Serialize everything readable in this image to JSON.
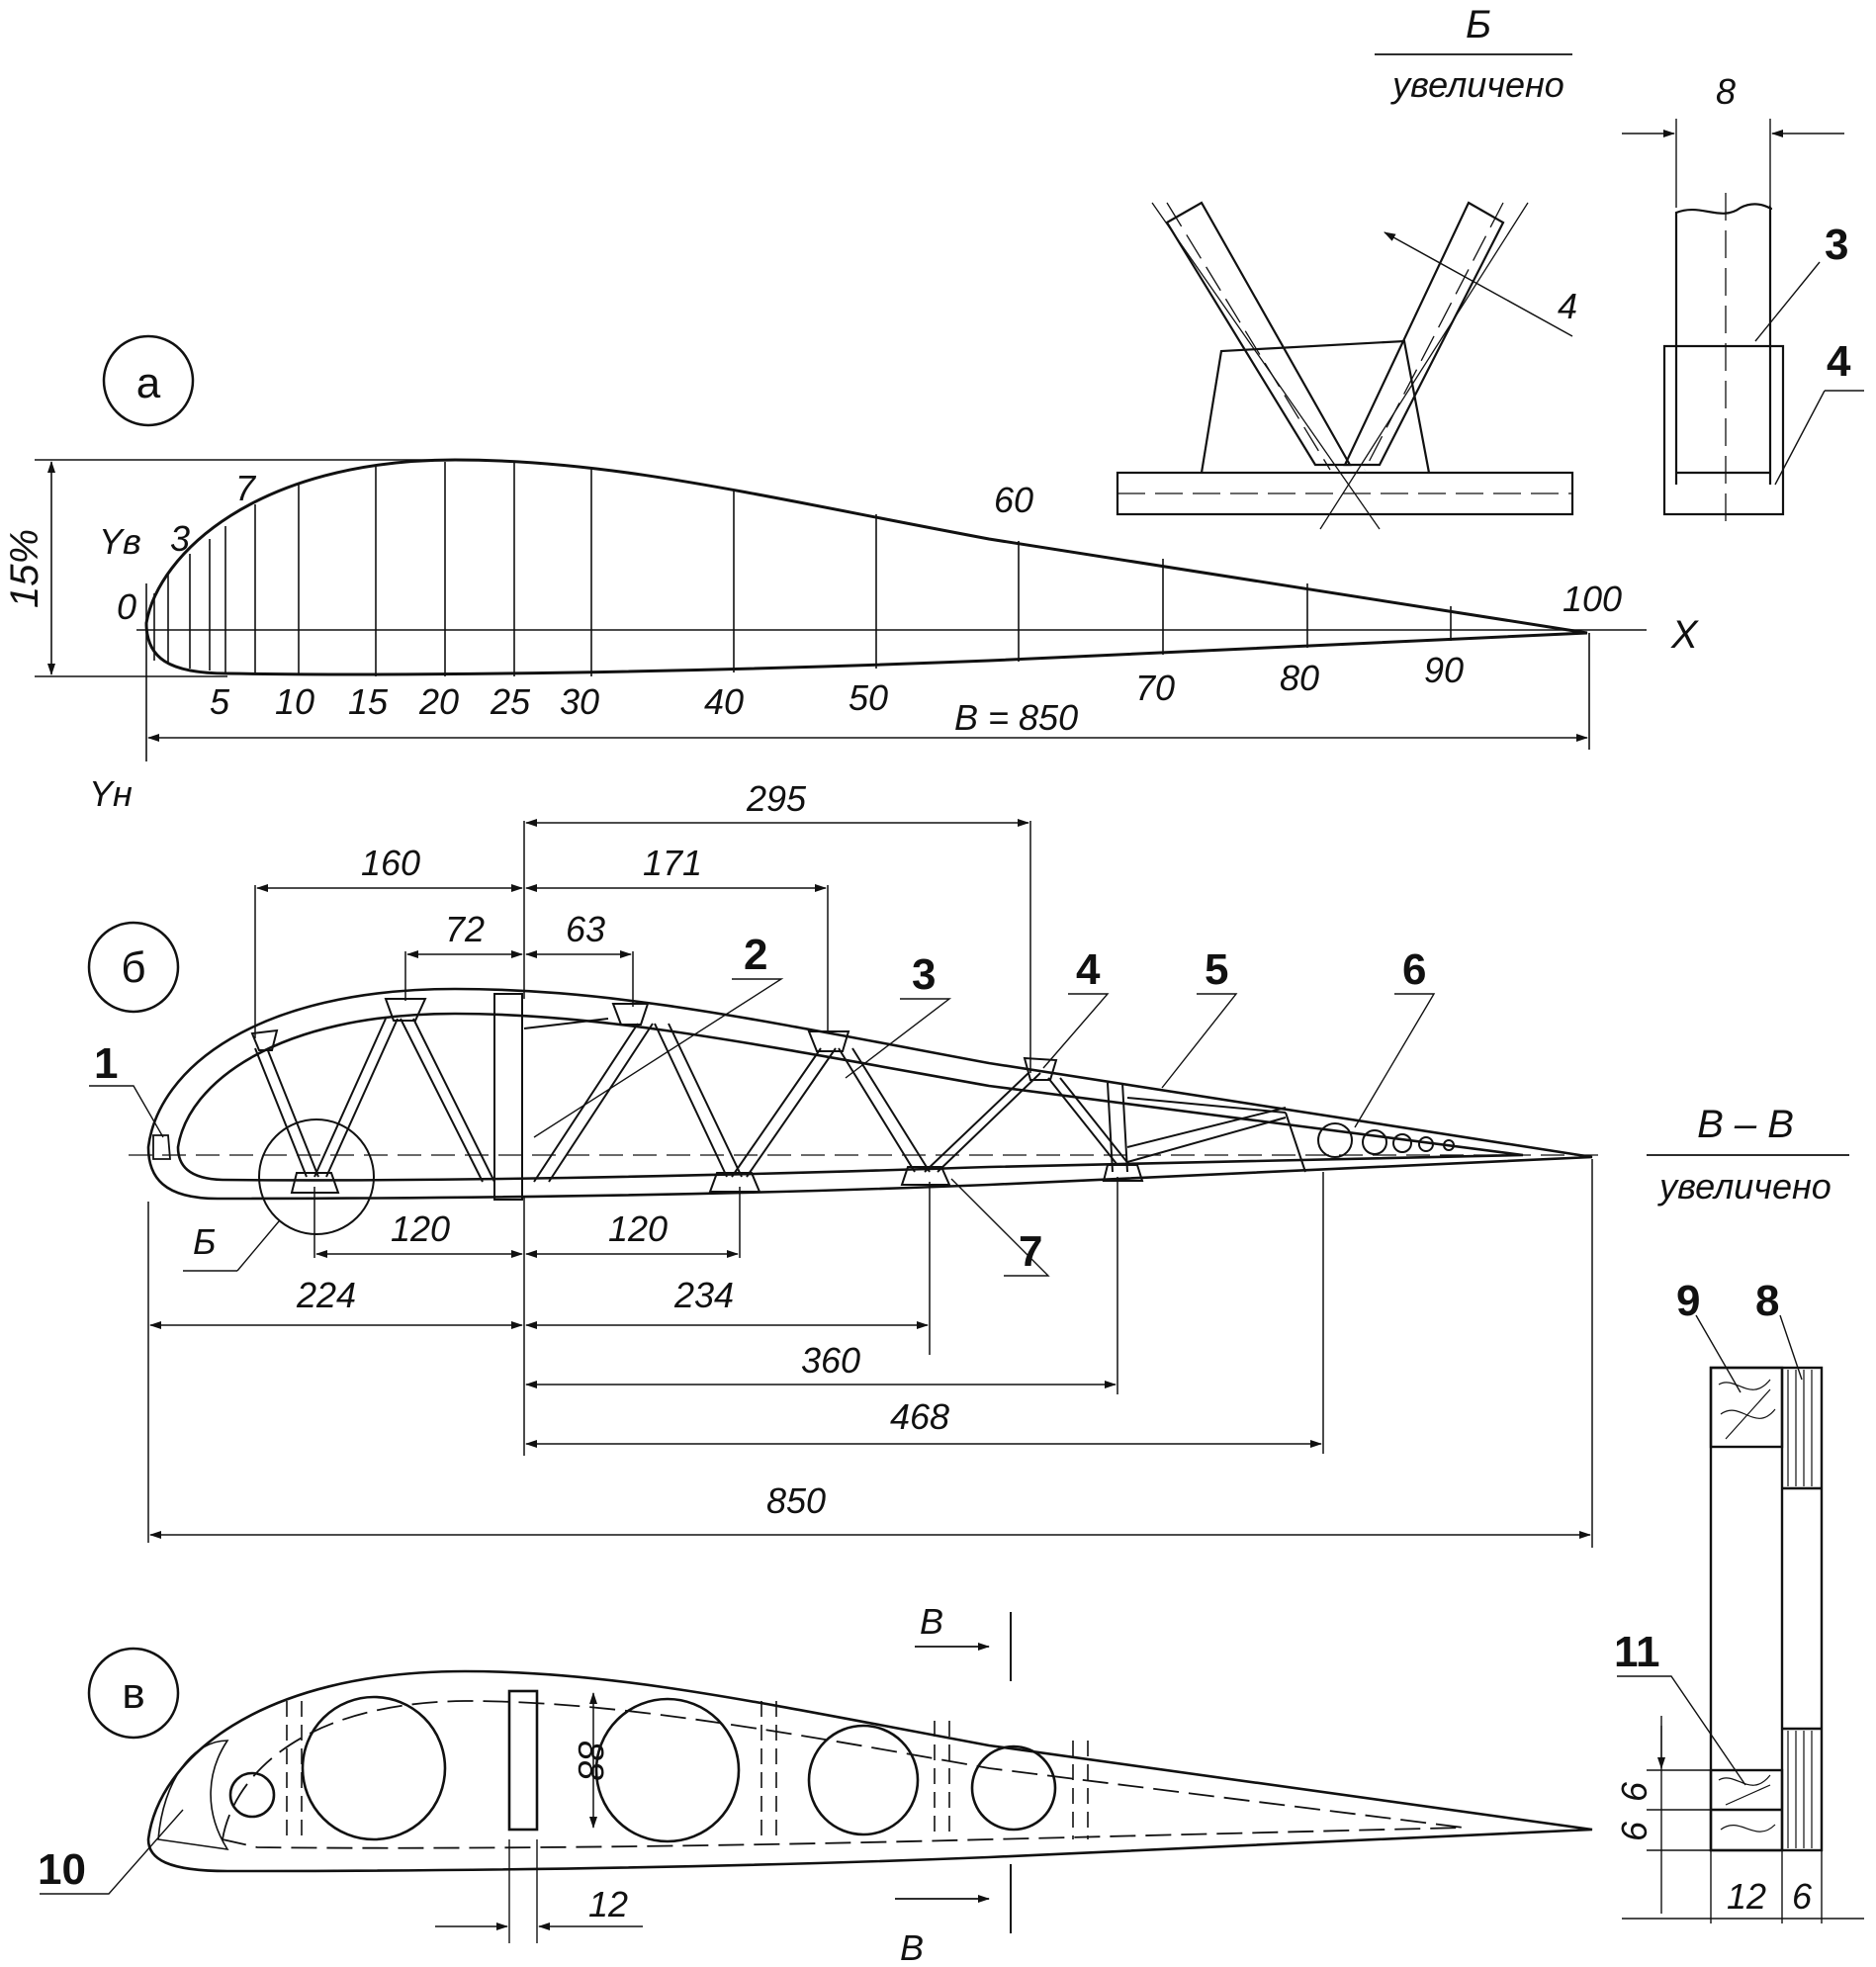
{
  "view_a": {
    "circle_label": "а",
    "thickness_label": "15%",
    "y_upper_label": "Yв",
    "y_lower_label": "Yн",
    "x_axis_label": "X",
    "upper_stations": [
      "0",
      "3",
      "7",
      "60",
      "100"
    ],
    "lower_stations": [
      "5",
      "10",
      "15",
      "20",
      "25",
      "30",
      "40",
      "50",
      "70",
      "80",
      "90"
    ],
    "chord_label": "B = 850"
  },
  "detail_b": {
    "title": "Б",
    "subtitle": "увеличено",
    "dim_strut": "4",
    "dim_width": "8",
    "part_upper": "3",
    "part_lower": "4"
  },
  "view_b": {
    "circle_label": "б",
    "detail_ref": "Б",
    "top_dims": [
      "295",
      "160",
      "171",
      "72",
      "63"
    ],
    "bottom_dims": [
      "120",
      "120",
      "224",
      "234",
      "360",
      "468",
      "850"
    ],
    "parts": [
      "1",
      "2",
      "3",
      "4",
      "5",
      "6",
      "7"
    ]
  },
  "section_v": {
    "title": "В – В",
    "subtitle": "увеличено",
    "parts": [
      "9",
      "8",
      "11"
    ],
    "dims": [
      "6",
      "6",
      "12",
      "6"
    ]
  },
  "view_v": {
    "circle_label": "в",
    "section_mark": "В",
    "dim_height": "88",
    "dim_width": "12",
    "part": "10"
  }
}
